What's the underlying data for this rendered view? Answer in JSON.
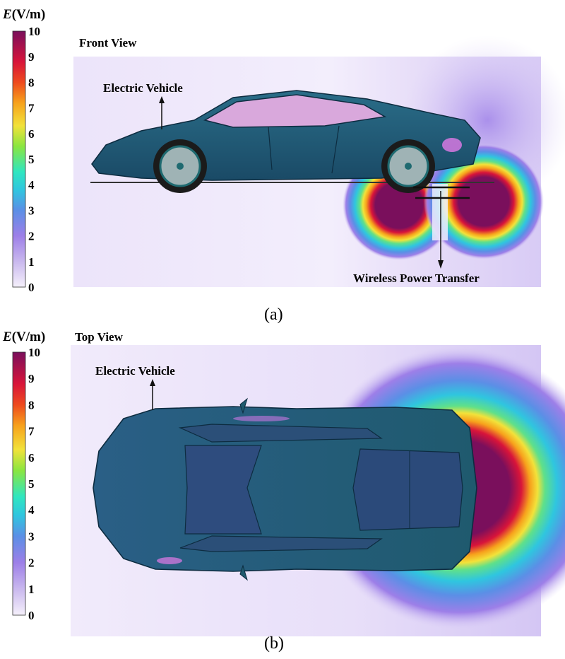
{
  "colorbar": {
    "unit_symbol": "E",
    "unit_rest": "(V/m)",
    "ticks": [
      "10",
      "9",
      "8",
      "7",
      "6",
      "5",
      "4",
      "3",
      "2",
      "1",
      "0"
    ],
    "range": [
      0,
      10
    ],
    "colors": [
      "#f5f0fb",
      "#c9b8ee",
      "#9d7fe8",
      "#5b8fe6",
      "#2fc6df",
      "#2fe6c0",
      "#8ae640",
      "#f2e23a",
      "#f7a21c",
      "#ee4a1e",
      "#d8143a",
      "#7a0f5c"
    ]
  },
  "panel_a": {
    "view_title": "Front View",
    "vehicle_label": "Electric Vehicle",
    "wpt_label": "Wireless Power Transfer",
    "caption": "(a)"
  },
  "panel_b": {
    "view_title": "Top View",
    "vehicle_label": "Electric Vehicle",
    "caption": "(b)"
  },
  "colors": {
    "car_body": "#1f5a74",
    "car_dark": "#16384f",
    "glass": "#d9a8dc",
    "field_max": "#7a0f5c",
    "field_low": "#dcd0f5"
  }
}
